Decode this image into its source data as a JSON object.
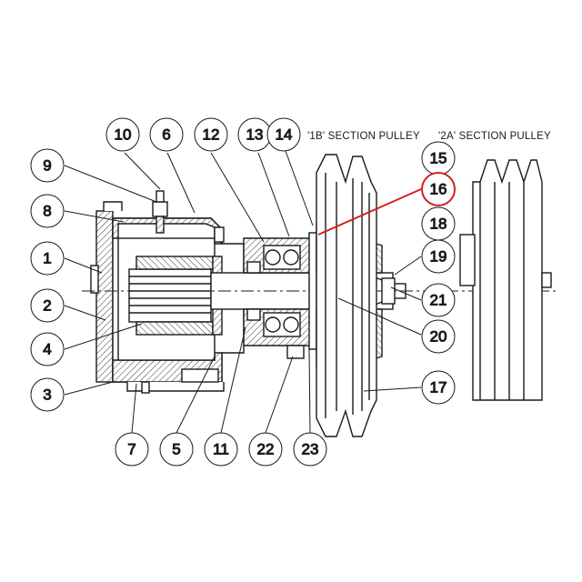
{
  "colors": {
    "line": "#1a1a1a",
    "hatch": "#3a3a3a",
    "highlight": "#d61f1f",
    "background": "#ffffff"
  },
  "section_labels": {
    "pulley_1b": "'1B' SECTION PULLEY",
    "pulley_2a": "'2A' SECTION PULLEY"
  },
  "callouts": [
    {
      "id": "10",
      "label": "10"
    },
    {
      "id": "6",
      "label": "6"
    },
    {
      "id": "12",
      "label": "12"
    },
    {
      "id": "13",
      "label": "13"
    },
    {
      "id": "14",
      "label": "14"
    },
    {
      "id": "9",
      "label": "9"
    },
    {
      "id": "8",
      "label": "8"
    },
    {
      "id": "1",
      "label": "1"
    },
    {
      "id": "2",
      "label": "2"
    },
    {
      "id": "4",
      "label": "4"
    },
    {
      "id": "3",
      "label": "3"
    },
    {
      "id": "15",
      "label": "15"
    },
    {
      "id": "16",
      "label": "16",
      "highlighted": true
    },
    {
      "id": "18",
      "label": "18"
    },
    {
      "id": "19",
      "label": "19"
    },
    {
      "id": "21",
      "label": "21"
    },
    {
      "id": "20",
      "label": "20"
    },
    {
      "id": "17",
      "label": "17"
    },
    {
      "id": "7",
      "label": "7"
    },
    {
      "id": "5",
      "label": "5"
    },
    {
      "id": "11",
      "label": "11"
    },
    {
      "id": "22",
      "label": "22"
    },
    {
      "id": "23",
      "label": "23"
    }
  ]
}
